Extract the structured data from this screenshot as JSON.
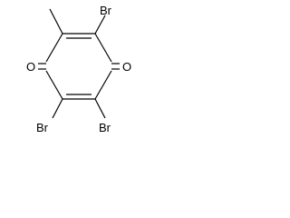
{
  "molecule": {
    "atoms": {
      "br_top_right": "Br",
      "o_left": "O",
      "o_right": "O",
      "br_bottom_left": "Br",
      "br_bottom_right": "Br"
    },
    "colors": {
      "bond": "#000000",
      "label": "#000000",
      "background": "#ffffff"
    }
  }
}
